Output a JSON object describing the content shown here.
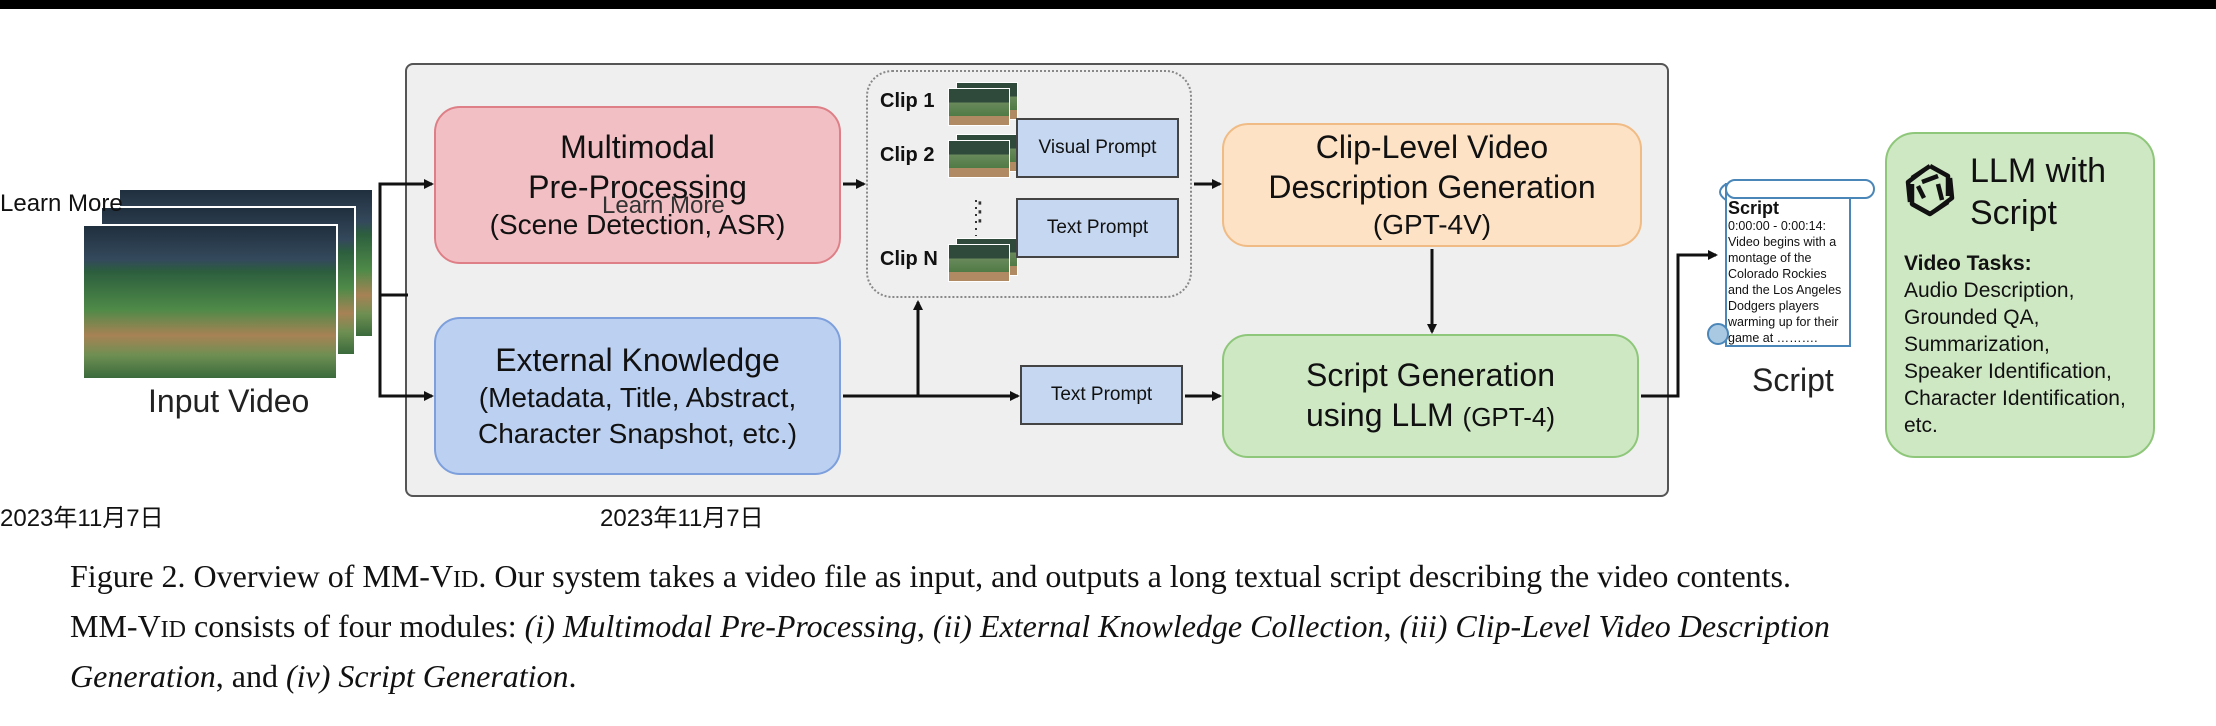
{
  "overlay_text": {
    "learn_more_left": "Learn More",
    "learn_more_mid": "Learn More",
    "date_left": "2023年11月7日",
    "date_mid": "2023年11月7日"
  },
  "input": {
    "label": "Input Video"
  },
  "modules": {
    "preprocess": {
      "line1": "Multimodal",
      "line2": "Pre-Processing",
      "line3": "(Scene Detection, ASR)"
    },
    "external": {
      "line1": "External Knowledge",
      "line2": "(Metadata, Title, Abstract,",
      "line3": "Character Snapshot, etc.)"
    },
    "clip_level": {
      "line1": "Clip-Level Video",
      "line2": "Description Generation",
      "line3": "(GPT-4V)"
    },
    "script_gen": {
      "line1": "Script Generation",
      "line2": "using LLM",
      "line2_suffix": "(GPT-4)"
    }
  },
  "clips": {
    "clip1": "Clip 1",
    "clip2": "Clip 2",
    "clipn": "Clip N",
    "dots": "⋮"
  },
  "prompts": {
    "visual": "Visual Prompt",
    "text_top": "Text Prompt",
    "text_bottom": "Text Prompt"
  },
  "script": {
    "title": "Script",
    "line1": "0:00:00 - 0:00:14:",
    "line2": "Video begins with a",
    "line3": "montage of the",
    "line4": "Colorado Rockies",
    "line5": "and the Los Angeles",
    "line6": "Dodgers players",
    "line7": "warming up for their",
    "line8": "game at  ……….",
    "label": "Script"
  },
  "llm": {
    "title1": "LLM with",
    "title2": "Script",
    "tasks_heading": "Video Tasks:",
    "tasks": [
      "Audio Description,",
      "Grounded QA,",
      "Summarization,",
      "Speaker Identification,",
      "Character Identification,",
      "etc."
    ]
  },
  "caption": {
    "p1": "Figure 2. Overview of MM-V",
    "p1_sc": "ID",
    "p2": ". Our system takes a video file as input, and outputs a long textual script describing the video contents.",
    "p3": "MM-V",
    "p3_sc": "ID",
    "p4": " consists of four modules: ",
    "i1": "(i) Multimodal Pre-Processing",
    "s1": ", ",
    "i2": "(ii) External Knowledge Collection",
    "s2": ", ",
    "i3": "(iii) Clip-Level Video Description",
    "i3b": "Generation",
    "s3": ", and ",
    "i4": "(iv) Script Generation",
    "end": "."
  },
  "colors": {
    "red": "#f2c0c4",
    "blue": "#bcd0f1",
    "orange": "#fde2c6",
    "green": "#cfe8c4",
    "prompt": "#c6d8f1"
  }
}
